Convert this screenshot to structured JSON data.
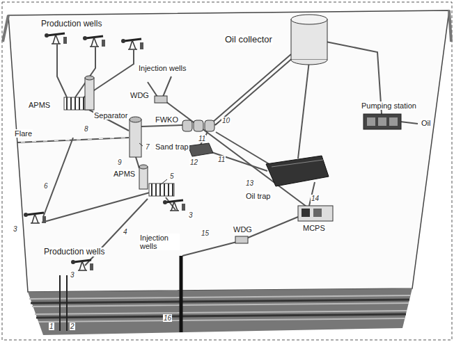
{
  "diagram": {
    "labels": [
      "Production wells",
      "Injection wells",
      "Oil collector",
      "WDG",
      "FWKO",
      "10",
      "APMS",
      "Separator",
      "8",
      "Flare",
      "7",
      "Pumping station",
      "Oil",
      "9",
      "Sand trap",
      "11",
      "12",
      "11",
      "6",
      "APMS",
      "5",
      "13",
      "Oil trap",
      "3",
      "3",
      "Production wells",
      "3",
      "4",
      "Injection wells",
      "15",
      "WDG",
      "14",
      "MCPS",
      "1",
      "2",
      "16"
    ]
  }
}
